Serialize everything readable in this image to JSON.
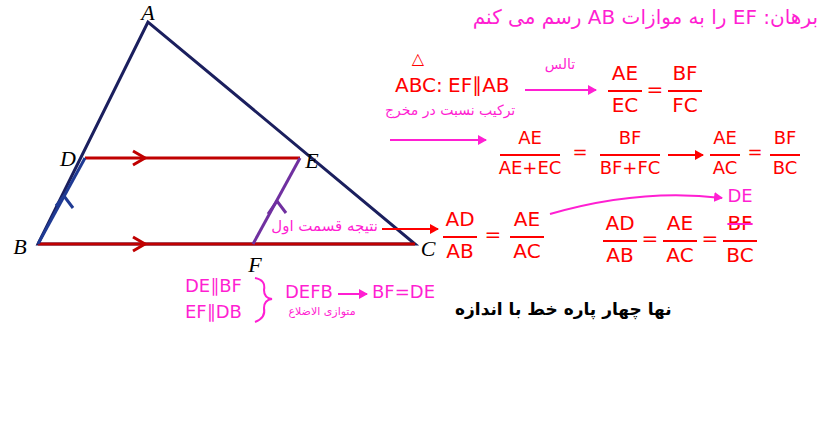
{
  "diagram": {
    "labels": [
      "A",
      "D",
      "E",
      "B",
      "C",
      "F",
      "برهان: EF را به موازات AB رسم می کنم",
      "△",
      "ABC:",
      "EF∥AB",
      "تالس",
      "AE",
      "EC",
      "=",
      "BF",
      "FC",
      "ترکیب نسبت در مخرج",
      "AE",
      "AE+EC",
      "=",
      "BF",
      "BF+FC",
      "AE",
      "AC",
      "=",
      "BF",
      "BC",
      "نتیجه قسمت اول",
      "AD",
      "AB",
      "=",
      "AE",
      "AC",
      "AD",
      "AB",
      "=",
      "AE",
      "AC",
      "=",
      "DE",
      "BF",
      "BC",
      "DE∥BF",
      "EF∥DB",
      "DEFB",
      "BF=DE",
      "متوازی الاضلاع",
      "نها چهار پاره خط با اندازه"
    ]
  }
}
